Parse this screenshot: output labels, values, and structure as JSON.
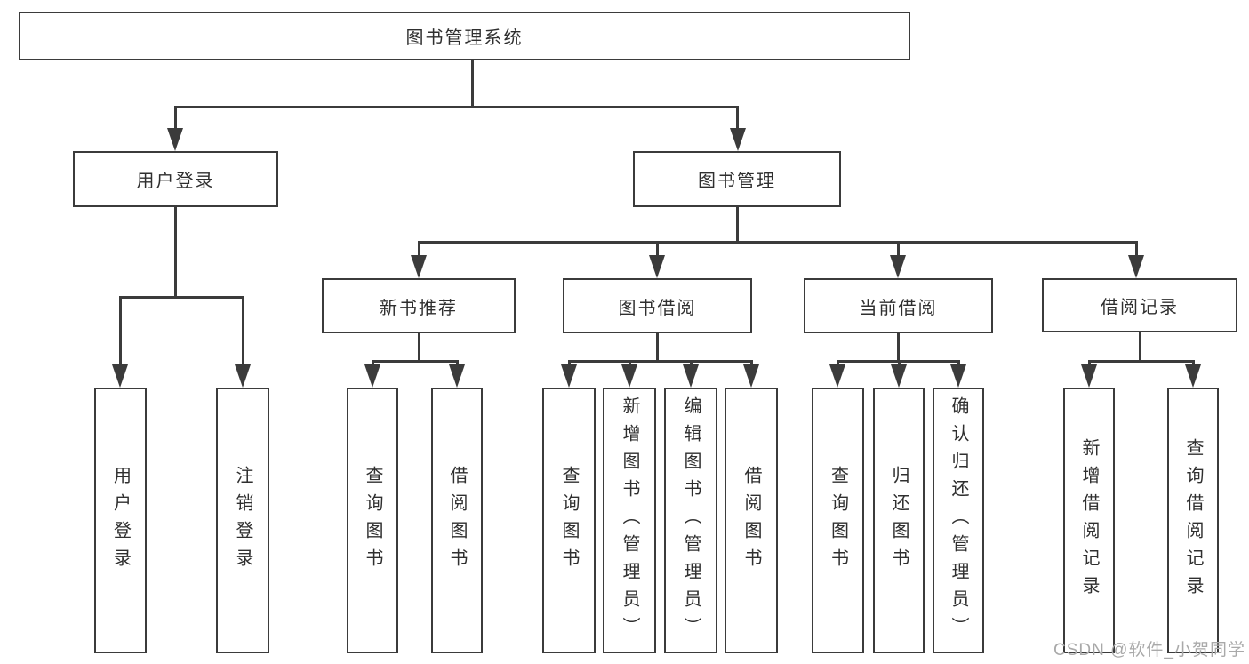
{
  "colors": {
    "line": "#3b3b3b",
    "ink": "#2f2f2f",
    "watermark": "#a9a9a9"
  },
  "watermark": "CSDN @软件_小贺同学",
  "tree": {
    "label": "图书管理系统",
    "children": [
      {
        "label": "用户登录",
        "children": [
          {
            "label": "用户登录"
          },
          {
            "label": "注销登录"
          }
        ]
      },
      {
        "label": "图书管理",
        "children": [
          {
            "label": "新书推荐",
            "children": [
              {
                "label": "查询图书"
              },
              {
                "label": "借阅图书"
              }
            ]
          },
          {
            "label": "图书借阅",
            "children": [
              {
                "label": "查询图书"
              },
              {
                "label": "新增图书（管理员）"
              },
              {
                "label": "编辑图书（管理员）"
              },
              {
                "label": "借阅图书"
              }
            ]
          },
          {
            "label": "当前借阅",
            "children": [
              {
                "label": "查询图书"
              },
              {
                "label": "归还图书"
              },
              {
                "label": "确认归还（管理员）"
              }
            ]
          },
          {
            "label": "借阅记录",
            "children": [
              {
                "label": "新增借阅记录"
              },
              {
                "label": "查询借阅记录"
              }
            ]
          }
        ]
      }
    ]
  }
}
